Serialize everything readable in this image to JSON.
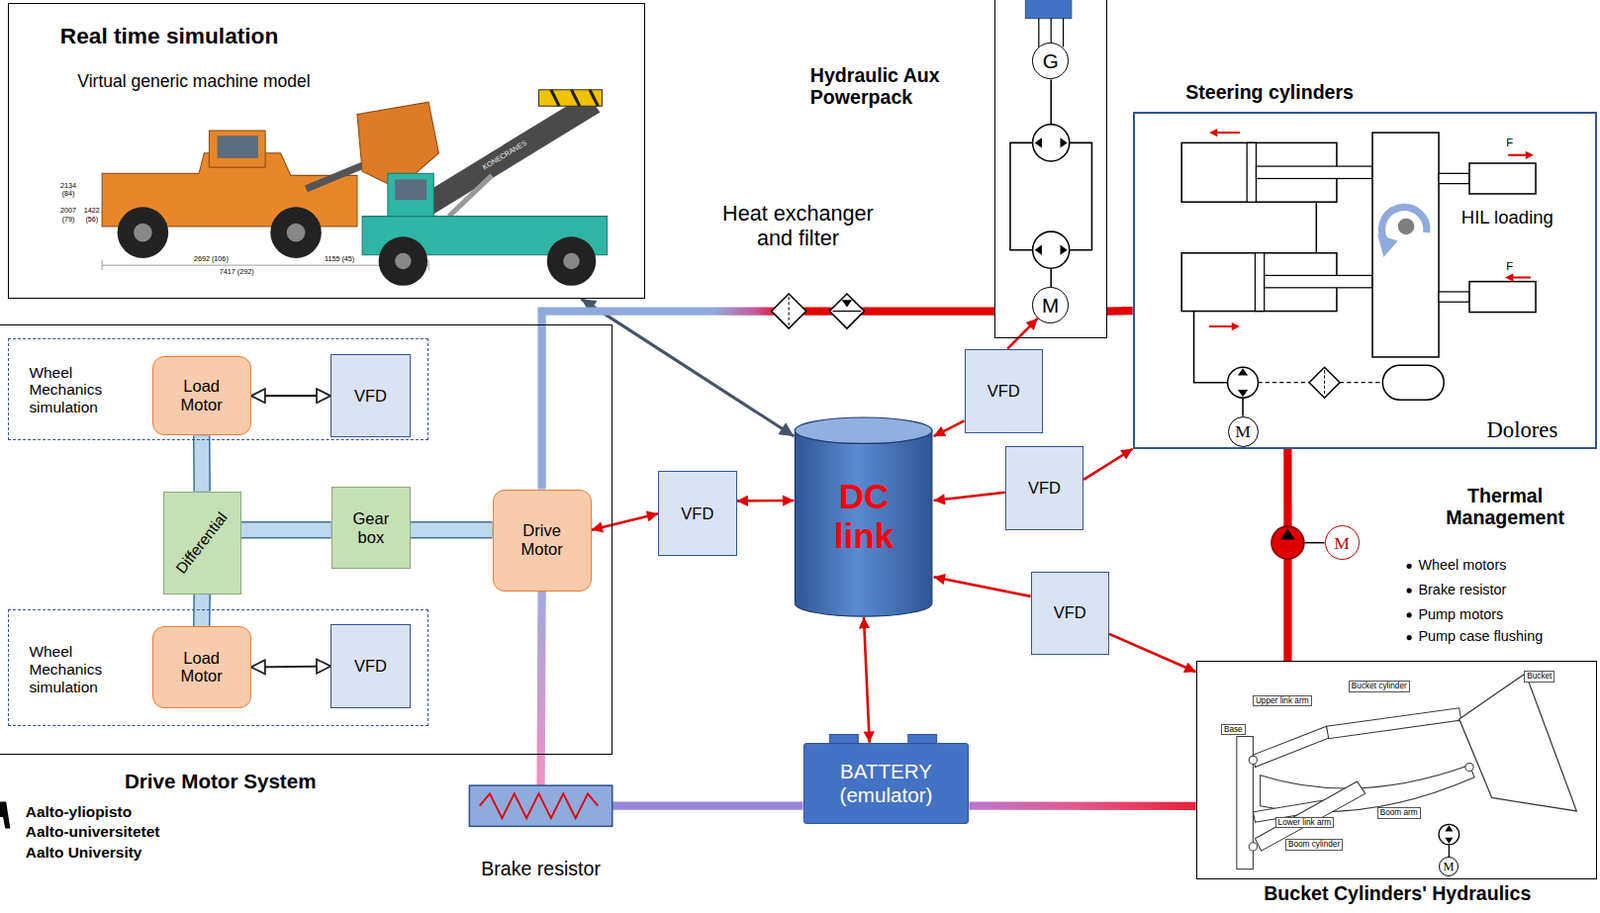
{
  "diagram": {
    "nodes": [
      {
        "text": [
          "Real time simulation",
          "Virtual generic machine model"
        ]
      },
      {
        "text": [
          "Drive Motor System"
        ]
      },
      {
        "text": [
          "Wheel Mechanics simulation"
        ],
        "in": 1
      },
      {
        "text": [
          "Load Motor"
        ],
        "in": 2
      },
      {
        "text": [
          "VFD"
        ],
        "in": 2
      },
      {
        "text": [
          "Wheel Mechanics simulation"
        ],
        "in": 1
      },
      {
        "text": [
          "Load Motor"
        ],
        "in": 5
      },
      {
        "text": [
          "VFD"
        ],
        "in": 5
      },
      {
        "text": [
          "Differential"
        ],
        "in": 1
      },
      {
        "text": [
          "Gear box"
        ],
        "in": 1
      },
      {
        "text": [
          "Drive Motor"
        ],
        "in": 1
      },
      {
        "text": [
          "VFD"
        ]
      },
      {
        "text": [
          "DC link"
        ]
      },
      {
        "text": [
          "VFD"
        ]
      },
      {
        "text": [
          "VFD"
        ]
      },
      {
        "text": [
          "VFD"
        ]
      },
      {
        "text": [
          "BATTERY (emulator)"
        ]
      },
      {
        "text": [
          "Hydraulic Aux Powerpack"
        ]
      },
      {
        "text": [
          "G"
        ],
        "in": 17
      },
      {
        "text": [
          "M"
        ],
        "in": 17
      },
      {
        "text": [
          "Steering cylinders",
          "Dolores"
        ]
      },
      {
        "text": [
          "M"
        ],
        "in": 20
      },
      {
        "text": [
          "Bucket Cylinders' Hydraulics"
        ]
      },
      {
        "text": [
          "Upper link arm"
        ],
        "in": 22
      },
      {
        "text": [
          "Bucket cylinder"
        ],
        "in": 22
      },
      {
        "text": [
          "Bucket"
        ],
        "in": 22
      },
      {
        "text": [
          "Base"
        ],
        "in": 22
      },
      {
        "text": [
          "Boom arm"
        ],
        "in": 22
      },
      {
        "text": [
          "Lower link arm"
        ],
        "in": 22
      },
      {
        "text": [
          "Boom cylinder"
        ],
        "in": 22
      },
      {
        "text": [
          "M"
        ],
        "in": 22
      },
      {
        "text": [
          "M"
        ]
      },
      {
        "text": [
          "Brake resistor"
        ]
      }
    ],
    "edges": [
      {
        "from": 0,
        "to": 12,
        "arrow": "both"
      },
      {
        "from": 3,
        "to": 4,
        "arrow": "both"
      },
      {
        "from": 6,
        "to": 7,
        "arrow": "both"
      },
      {
        "from": 3,
        "to": 8,
        "arrow": "none"
      },
      {
        "from": 6,
        "to": 8,
        "arrow": "none"
      },
      {
        "from": 8,
        "to": 9,
        "arrow": "none"
      },
      {
        "from": 9,
        "to": 10,
        "arrow": "none"
      },
      {
        "from": 11,
        "to": 10,
        "arrow": "both"
      },
      {
        "from": 11,
        "to": 12,
        "arrow": "both"
      },
      {
        "from": 13,
        "to": 12,
        "arrow": "to"
      },
      {
        "from": 13,
        "to": 19,
        "arrow": "to"
      },
      {
        "from": 14,
        "to": 12,
        "arrow": "to"
      },
      {
        "from": 14,
        "to": 20,
        "arrow": "to"
      },
      {
        "from": 15,
        "to": 12,
        "arrow": "to"
      },
      {
        "from": 15,
        "to": 22,
        "arrow": "to"
      },
      {
        "from": 12,
        "to": 16,
        "arrow": "both"
      },
      {
        "from": 10,
        "to": 17,
        "arrow": "none"
      },
      {
        "from": 17,
        "to": 20,
        "arrow": "none"
      },
      {
        "from": 32,
        "to": 10,
        "arrow": "none"
      },
      {
        "from": 32,
        "to": 16,
        "arrow": "none"
      },
      {
        "from": 16,
        "to": 22,
        "arrow": "none"
      },
      {
        "from": 20,
        "to": 22,
        "arrow": "none"
      }
    ],
    "labels": [
      "Heat exchanger and filter",
      "Thermal Management",
      "Wheel motors",
      "Brake resistor",
      "Pump motors",
      "Pump case flushing",
      "Aalto-yliopisto",
      "Aalto-universitetet",
      "Aalto University",
      "HIL loading",
      "F",
      "F",
      "2134 (84)",
      "2007 (79)",
      "1422 (56)",
      "2692 (106)",
      "1155 (45)",
      "7417 (292)",
      "KONECRANES"
    ]
  }
}
